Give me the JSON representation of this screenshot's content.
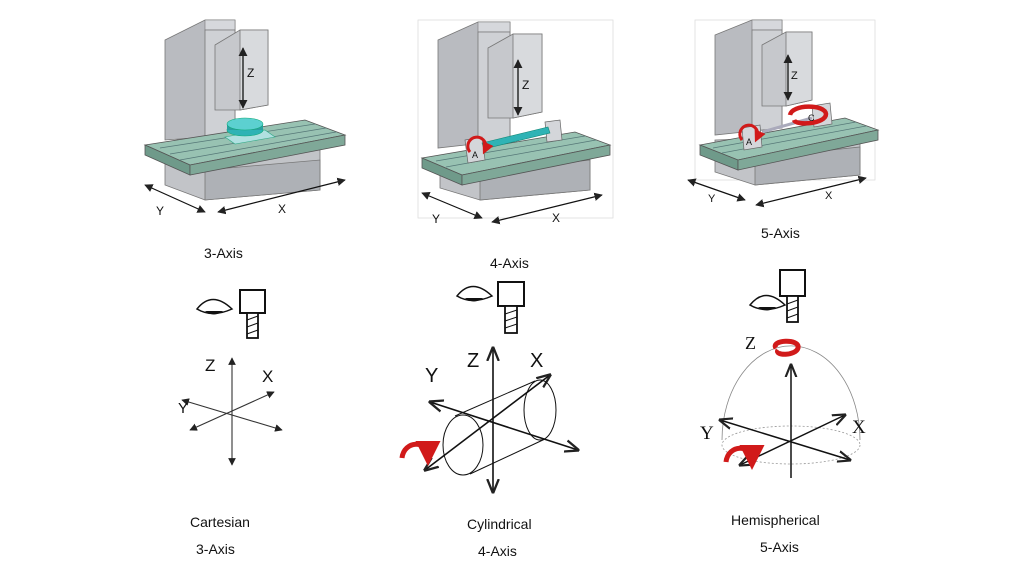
{
  "columns": [
    {
      "id": "three-axis",
      "machine_title": "3-Axis",
      "machine_axes": {
        "z": "Z",
        "y": "Y",
        "x": "X"
      },
      "coord_axes": {
        "z": "Z",
        "x": "X",
        "y": "Y"
      },
      "caption_line1": "Cartesian",
      "caption_line2": "3-Axis"
    },
    {
      "id": "four-axis",
      "machine_title": "4-Axis",
      "machine_axes": {
        "z": "Z",
        "y": "Y",
        "x": "X",
        "a": "A"
      },
      "coord_axes": {
        "z": "Z",
        "x": "X",
        "y": "Y"
      },
      "caption_line1": "Cylindrical",
      "caption_line2": "4-Axis"
    },
    {
      "id": "five-axis",
      "machine_title": "5-Axis",
      "machine_axes": {
        "z": "Z",
        "y": "Y",
        "x": "X",
        "a": "A",
        "c": "C"
      },
      "coord_axes": {
        "z": "Z",
        "x": "X",
        "y": "Y"
      },
      "caption_line1": "Hemispherical",
      "caption_line2": "5-Axis"
    }
  ],
  "colors": {
    "machine_body": "#c9cbd0",
    "machine_dark": "#9ea2a8",
    "table_top": "#8fb9a8",
    "rotation_arrow": "#d11a1a",
    "workpiece": "#2a9fa0"
  }
}
